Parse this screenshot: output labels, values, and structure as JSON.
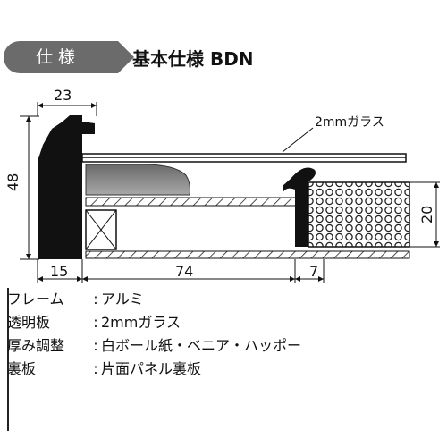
{
  "header": {
    "tag_label": "仕様",
    "title": "基本仕様 BDN"
  },
  "diagram": {
    "glass_label": "2mmガラス",
    "dims": {
      "top_width": "23",
      "height": "48",
      "bottom_left": "15",
      "bottom_middle": "74",
      "bottom_right": "7",
      "right_height": "20"
    }
  },
  "specs": [
    {
      "label": "フレーム",
      "value": "アルミ"
    },
    {
      "label": "透明板",
      "value": "2mmガラス"
    },
    {
      "label": "厚み調整",
      "value": "白ボール紙・ベニア・ハッポー"
    },
    {
      "label": "裏板",
      "value": "片面パネル裏板"
    }
  ],
  "colors": {
    "frame": "#111111",
    "tag_bg": "#6b6b6b",
    "liner_gray": "#8a8a8a"
  }
}
